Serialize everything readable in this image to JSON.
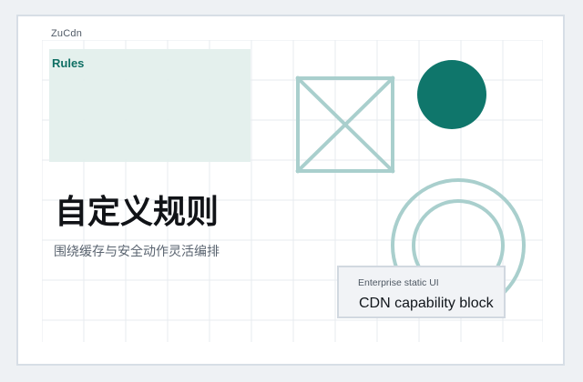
{
  "brand": "ZuCdn",
  "panel": {
    "label": "Rules"
  },
  "hero": {
    "title": "自定义规则",
    "subtitle": "围绕缓存与安全动作灵活编排"
  },
  "feature_card": {
    "kicker": "Enterprise static UI",
    "title": "CDN capability block"
  },
  "colors": {
    "accent": "#0f766b",
    "panel_tint": "#e3efec",
    "shape_stroke": "#a9cfcd",
    "grid": "#e7ebef"
  },
  "icons": {
    "crossed_box": "crossed-box-icon",
    "solid_circle": "solid-circle-icon",
    "rings": "concentric-rings-icon"
  }
}
